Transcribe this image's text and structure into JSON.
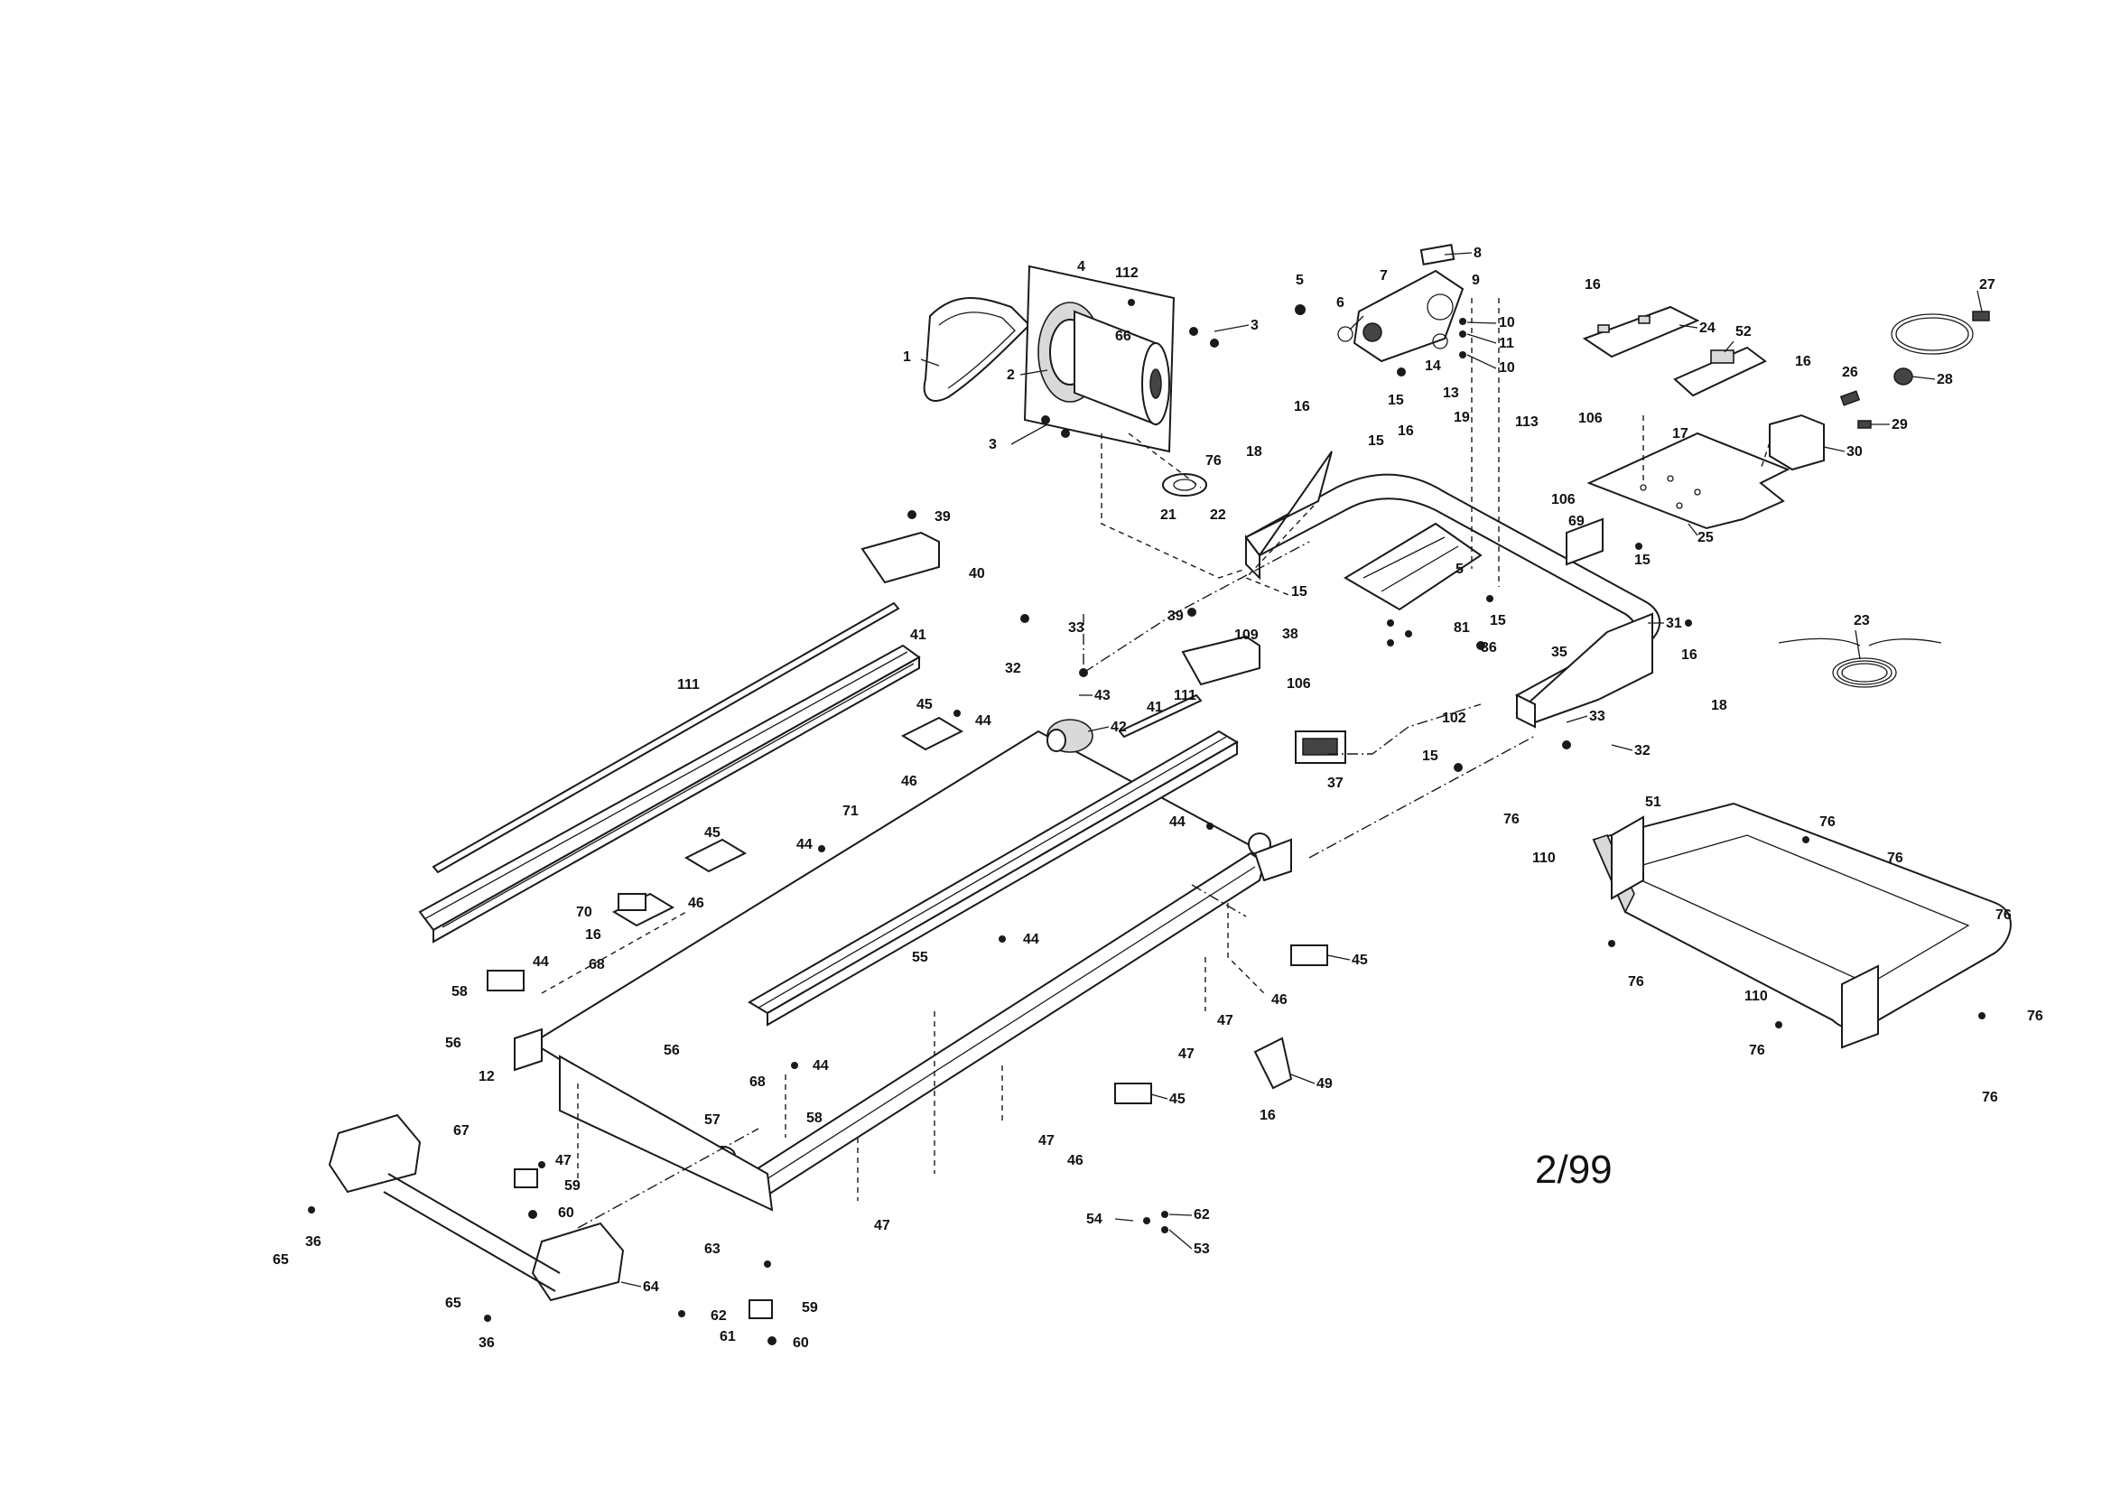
{
  "diagram": {
    "date_stamp": "2/99",
    "part_labels": [
      "1",
      "2",
      "3",
      "4",
      "5",
      "6",
      "7",
      "8",
      "9",
      "10",
      "11",
      "12",
      "13",
      "14",
      "15",
      "16",
      "17",
      "18",
      "19",
      "21",
      "22",
      "23",
      "24",
      "25",
      "26",
      "27",
      "28",
      "29",
      "30",
      "31",
      "32",
      "33",
      "35",
      "36",
      "37",
      "38",
      "39",
      "40",
      "41",
      "42",
      "43",
      "44",
      "45",
      "46",
      "47",
      "49",
      "51",
      "52",
      "53",
      "54",
      "55",
      "56",
      "57",
      "58",
      "59",
      "60",
      "61",
      "62",
      "63",
      "64",
      "65",
      "66",
      "67",
      "68",
      "69",
      "70",
      "71",
      "76",
      "81",
      "102",
      "106",
      "109",
      "110",
      "111",
      "112",
      "113"
    ]
  }
}
